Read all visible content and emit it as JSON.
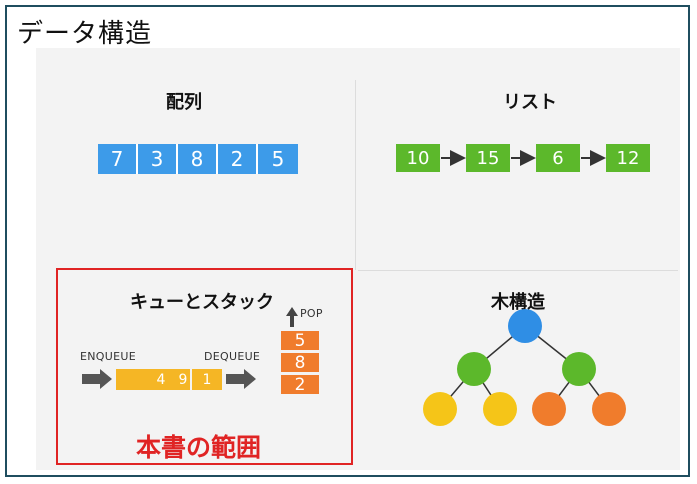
{
  "title": "データ構造",
  "sections": {
    "array": {
      "title": "配列",
      "items": [
        "7",
        "3",
        "8",
        "2",
        "5"
      ]
    },
    "list": {
      "title": "リスト",
      "items": [
        "10",
        "15",
        "6",
        "12"
      ]
    },
    "queue_stack": {
      "title": "キューとスタック",
      "enqueue_label": "ENQUEUE",
      "dequeue_label": "DEQUEUE",
      "queue_items": [
        "4",
        "9",
        "1"
      ],
      "pop_label": "POP",
      "stack_items": [
        "5",
        "8",
        "2"
      ]
    },
    "tree": {
      "title": "木構造"
    }
  },
  "highlight_label": "本書の範囲",
  "colors": {
    "frame_border": "#1f4e5f",
    "array": "#3d9be9",
    "list": "#5cb82b",
    "queue": "#f5b625",
    "stack": "#f07c2c",
    "tree_root": "#2f8ee5",
    "tree_mid": "#5cb82b",
    "tree_leaf_yellow": "#f5c518",
    "tree_leaf_orange": "#f07c2c",
    "highlight": "#e02424"
  }
}
